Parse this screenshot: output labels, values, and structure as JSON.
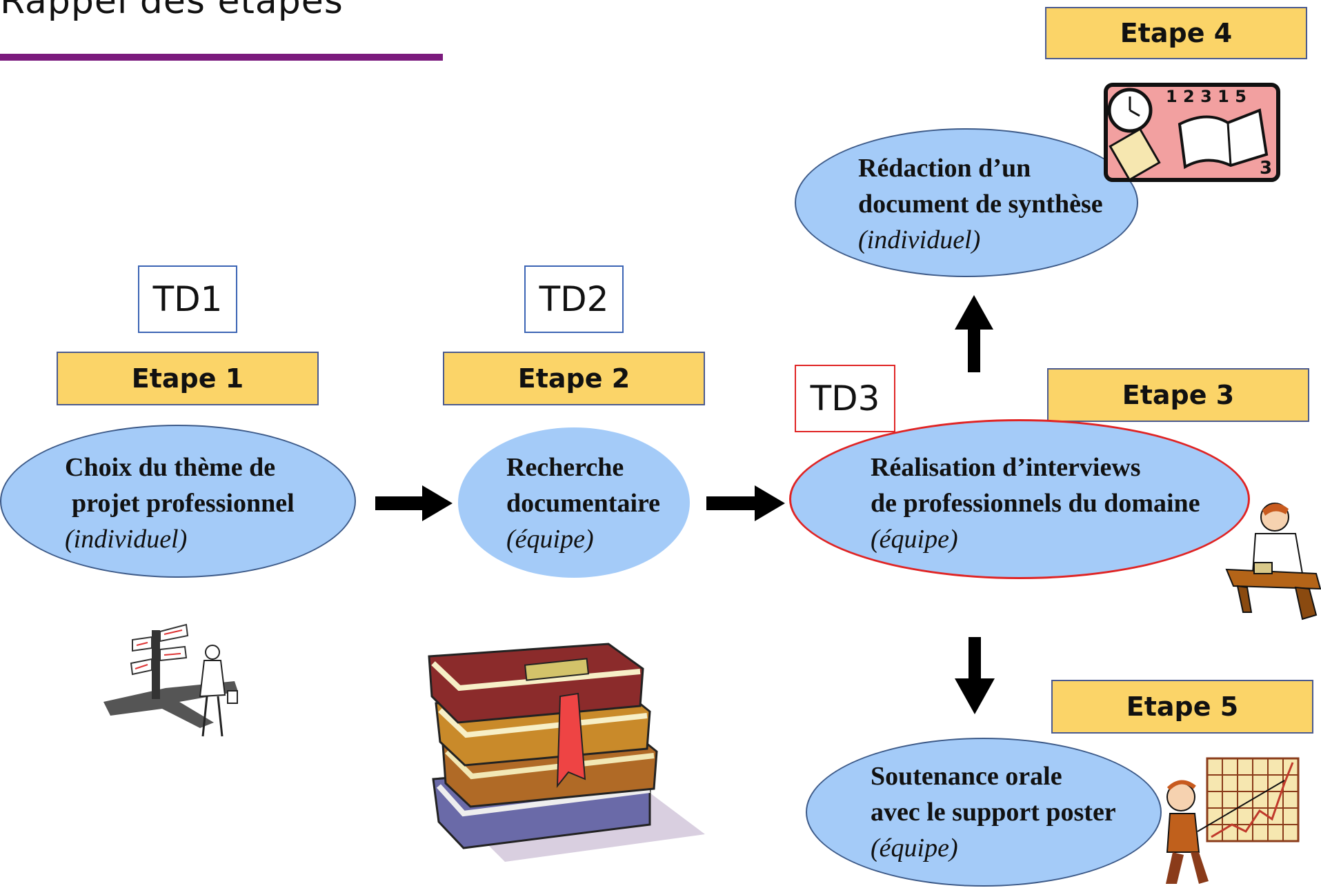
{
  "title": "Rappel des étapes",
  "td_labels": {
    "td1": "TD1",
    "td2": "TD2",
    "td3": "TD3"
  },
  "steps": {
    "s1": {
      "label": "Etape 1",
      "line1": "Choix du thème de",
      "line2": "projet professionnel",
      "mode": "(individuel)"
    },
    "s2": {
      "label": "Etape 2",
      "line1": "Recherche",
      "line2": "documentaire",
      "mode": "(équipe)"
    },
    "s3": {
      "label": "Etape 3",
      "line1": "Réalisation d’interviews",
      "line2": "de professionnels du domaine",
      "mode": "(équipe)"
    },
    "s4": {
      "label": "Etape 4",
      "line1": "Rédaction d’un",
      "line2": "document de synthèse",
      "mode": "(individuel)"
    },
    "s5": {
      "label": "Etape 5",
      "line1": "Soutenance orale",
      "line2": "avec le support poster",
      "mode": "(équipe)"
    }
  },
  "colors": {
    "ellipse_fill": "#a4cbf8",
    "etape_fill": "#fbd468",
    "highlight": "#e02424",
    "title_rule": "#7b1a7d"
  },
  "icons": [
    "crossroads-signpost-icon",
    "book-stack-icon",
    "planner-calendar-icon",
    "person-on-phone-icon",
    "presenter-chart-icon"
  ]
}
